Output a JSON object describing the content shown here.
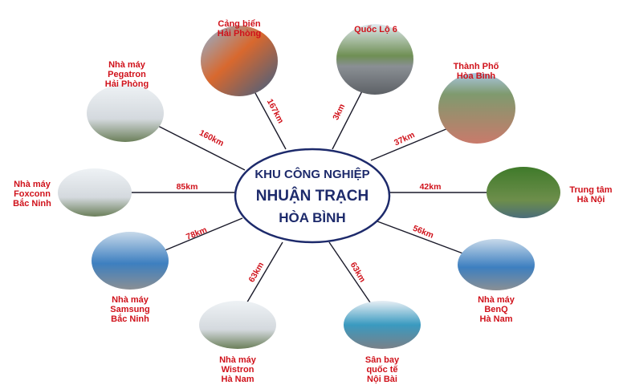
{
  "center": {
    "line1": "KHU CÔNG NGHIỆP",
    "line2": "NHUẬN TRẠCH",
    "line3": "HÒA BÌNH"
  },
  "colors": {
    "label": "#d0121b",
    "center_text": "#1d2a6b",
    "lines": "#1a1a2a"
  },
  "nodes": [
    {
      "name": [
        "Cảng biển",
        "Hải Phòng"
      ],
      "distance": "167km",
      "image": "port-containers"
    },
    {
      "name": [
        "Quốc Lộ 6"
      ],
      "distance": "3km",
      "image": "highway"
    },
    {
      "name": [
        "Thành Phố",
        "Hòa Bình"
      ],
      "distance": "37km",
      "image": "city"
    },
    {
      "name": [
        "Trung tâm",
        "Hà Nội"
      ],
      "distance": "42km",
      "image": "turtle-tower"
    },
    {
      "name": [
        "Nhà máy",
        "BenQ",
        "Hà Nam"
      ],
      "distance": "56km",
      "image": "factory"
    },
    {
      "name": [
        "Sân bay",
        "quốc tế",
        "Nội Bài"
      ],
      "distance": "63km",
      "image": "airport"
    },
    {
      "name": [
        "Nhà máy",
        "Wistron",
        "Hà Nam"
      ],
      "distance": "63km",
      "image": "factory"
    },
    {
      "name": [
        "Nhà máy",
        "Samsung",
        "Bắc Ninh"
      ],
      "distance": "78km",
      "image": "factory"
    },
    {
      "name": [
        "Nhà máy",
        "Foxconn",
        "Bắc Ninh"
      ],
      "distance": "85km",
      "image": "factory"
    },
    {
      "name": [
        "Nhà máy",
        "Pegatron",
        "Hải Phòng"
      ],
      "distance": "160km",
      "image": "factory"
    }
  ]
}
